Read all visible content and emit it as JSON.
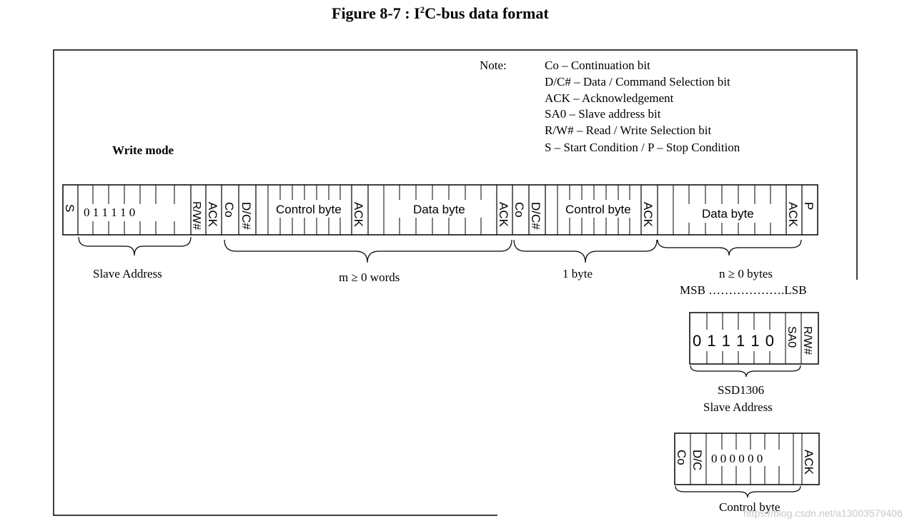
{
  "figure": {
    "title_prefix": "Figure 8-7 : I",
    "title_sup": "2",
    "title_suffix": "C-bus data format"
  },
  "note": {
    "label": "Note:",
    "lines": [
      "Co – Continuation bit",
      "D/C# – Data / Command Selection bit",
      "ACK – Acknowledgement",
      "SA0 – Slave address bit",
      "R/W# – Read / Write Selection bit",
      "S – Start Condition / P – Stop Condition"
    ]
  },
  "write_mode": "Write mode",
  "frame": {
    "start": "S",
    "slave_bits": "0 1 1 1 1 0",
    "rw": "R/W#",
    "ack": "ACK",
    "co": "Co",
    "dc": "D/C#",
    "control_byte": "Control byte",
    "data_byte": "Data byte",
    "stop": "P"
  },
  "braces": {
    "slave_address": "Slave Address",
    "m_words": "m ≥ 0 words",
    "one_byte": "1 byte",
    "n_bytes": "n  ≥  0 bytes",
    "msb_lsb": "MSB ……………….LSB"
  },
  "ssd_box": {
    "bits": "0 1 1 1 1 0",
    "sa0": "SA0",
    "rw": "R/W#",
    "label1": "SSD1306",
    "label2": "Slave Address"
  },
  "ctrl_box": {
    "co": "Co",
    "dc": "D/C",
    "bits": "0 0 0 0 0 0",
    "ack": "ACK",
    "label": "Control byte"
  },
  "watermark": "https://blog.csdn.net/a13003579406"
}
